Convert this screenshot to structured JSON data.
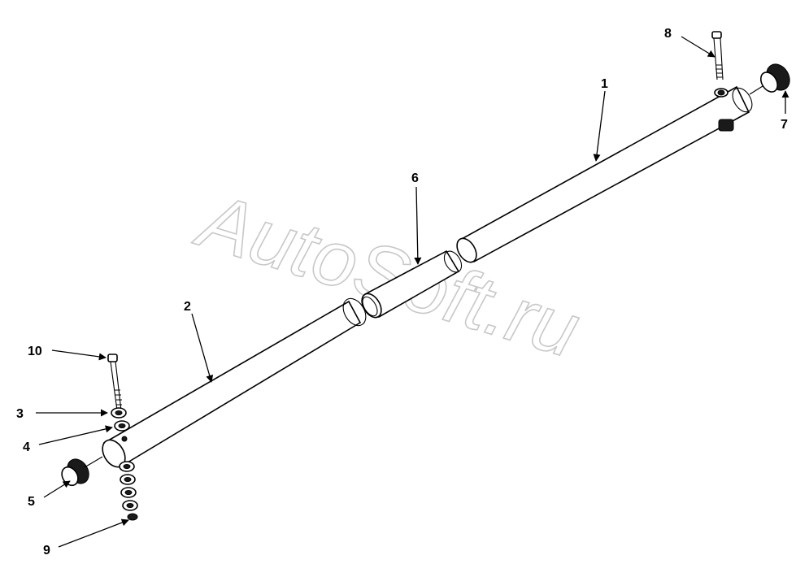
{
  "watermark": "AutoSoft.ru",
  "callouts": {
    "c1": "1",
    "c2": "2",
    "c3": "3",
    "c4": "4",
    "c5": "5",
    "c6": "6",
    "c7": "7",
    "c8": "8",
    "c9": "9",
    "c10": "10"
  }
}
